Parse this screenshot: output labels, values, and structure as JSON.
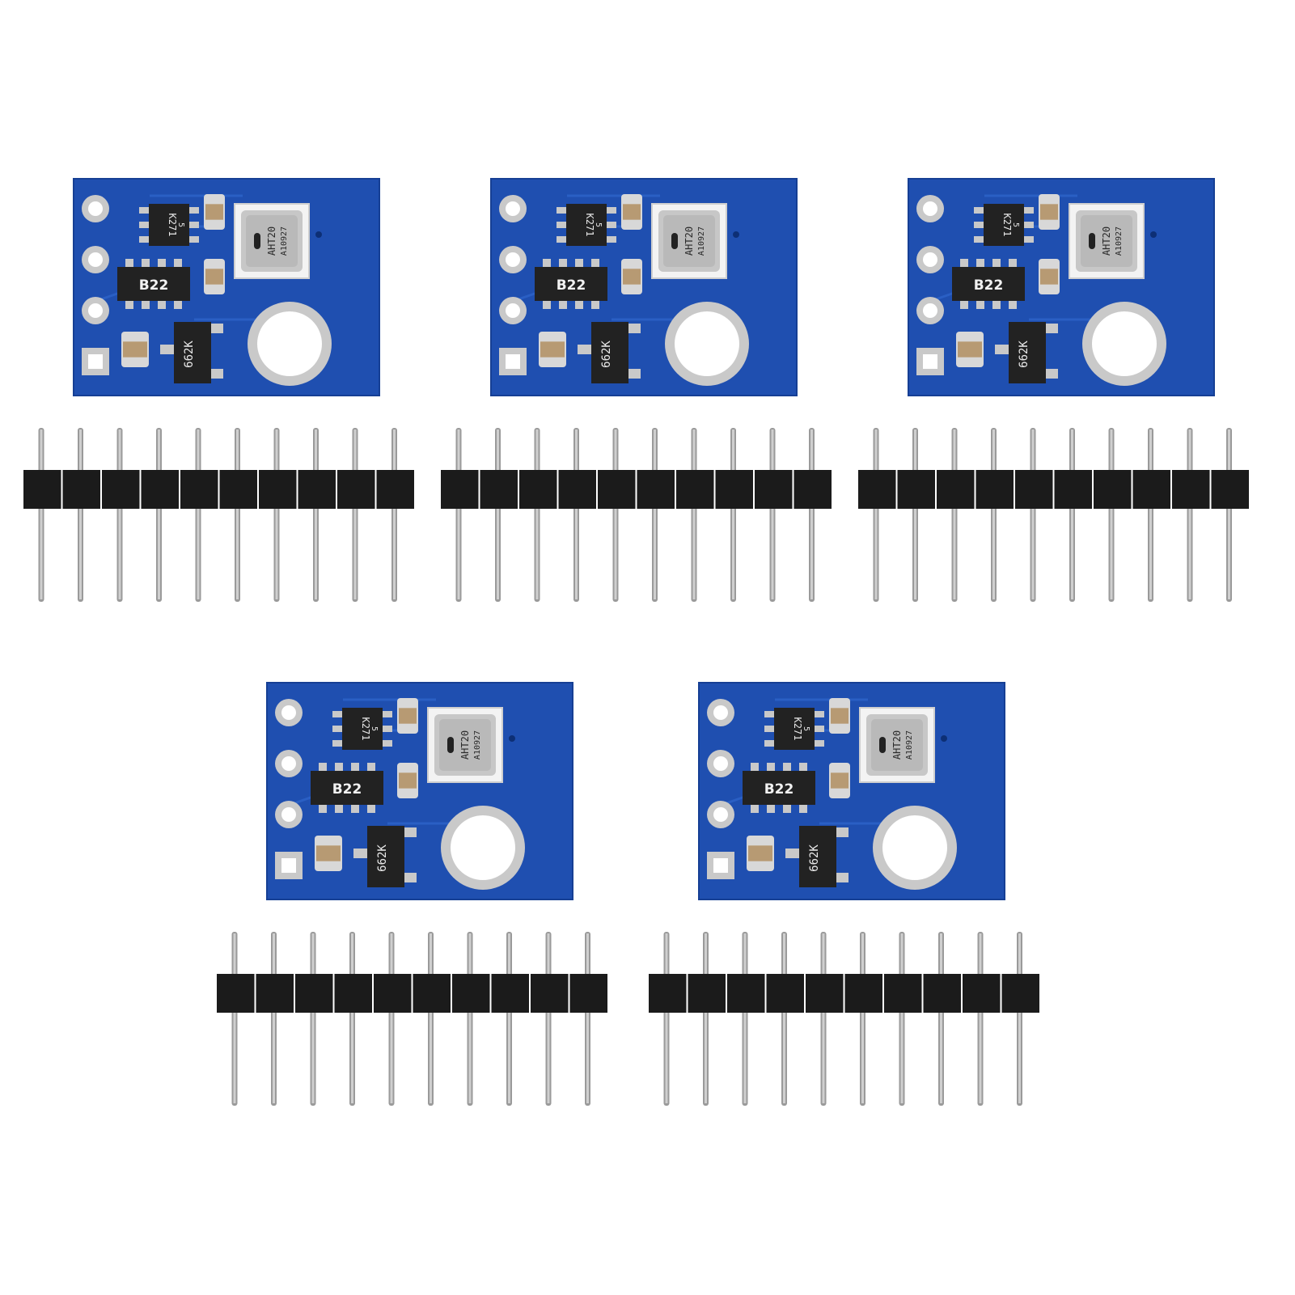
{
  "image": {
    "kits": [
      {
        "board": {
          "sensor": [
            "AHT20",
            "A10927"
          ],
          "chip_top": "K271",
          "chip_top_sub": "5",
          "resistor_array": "B22",
          "regulator": "662K",
          "pads": 4
        },
        "header": {
          "pins": 10
        }
      },
      {
        "board": {
          "sensor": [
            "AHT20",
            "A10927"
          ],
          "chip_top": "K271",
          "chip_top_sub": "5",
          "resistor_array": "B22",
          "regulator": "662K",
          "pads": 4
        },
        "header": {
          "pins": 10
        }
      },
      {
        "board": {
          "sensor": [
            "AHT20",
            "A10927"
          ],
          "chip_top": "K271",
          "chip_top_sub": "5",
          "resistor_array": "B22",
          "regulator": "662K",
          "pads": 4
        },
        "header": {
          "pins": 10
        }
      },
      {
        "board": {
          "sensor": [
            "AHT20",
            "A10927"
          ],
          "chip_top": "K271",
          "chip_top_sub": "5",
          "resistor_array": "B22",
          "regulator": "662K",
          "pads": 4
        },
        "header": {
          "pins": 10
        }
      },
      {
        "board": {
          "sensor": [
            "AHT20",
            "A10927"
          ],
          "chip_top": "K271",
          "chip_top_sub": "5",
          "resistor_array": "B22",
          "regulator": "662K",
          "pads": 4
        },
        "header": {
          "pins": 10
        }
      }
    ],
    "colors": {
      "pcb": "#1f4fb0",
      "pcb_edge": "#163f94",
      "silver": "#c9c9c9",
      "chip": "#222222",
      "header_plastic": "#1b1b1b",
      "pin": "#9a9a9a",
      "background": "#ffffff"
    }
  }
}
